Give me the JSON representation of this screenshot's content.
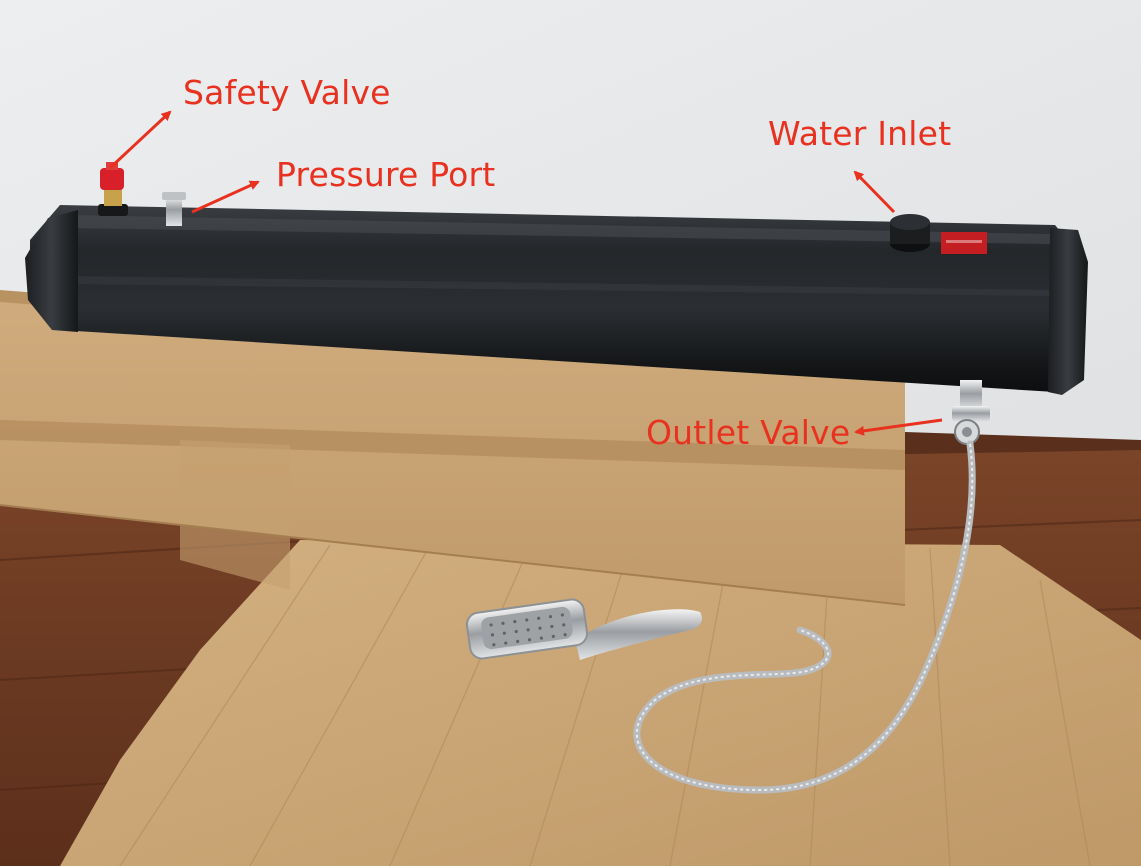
{
  "callouts": {
    "safety_valve": "Safety Valve",
    "pressure_port": "Pressure Port",
    "water_inlet": "Water Inlet",
    "outlet_valve": "Outlet Valve"
  },
  "colors": {
    "annotation": "#e8321f",
    "wall": "#e9eaec",
    "floor": "#6e3a22",
    "cardboard": "#c8a274",
    "tank": "#1f2224"
  },
  "icons": {
    "arrows": "arrow-icon"
  }
}
